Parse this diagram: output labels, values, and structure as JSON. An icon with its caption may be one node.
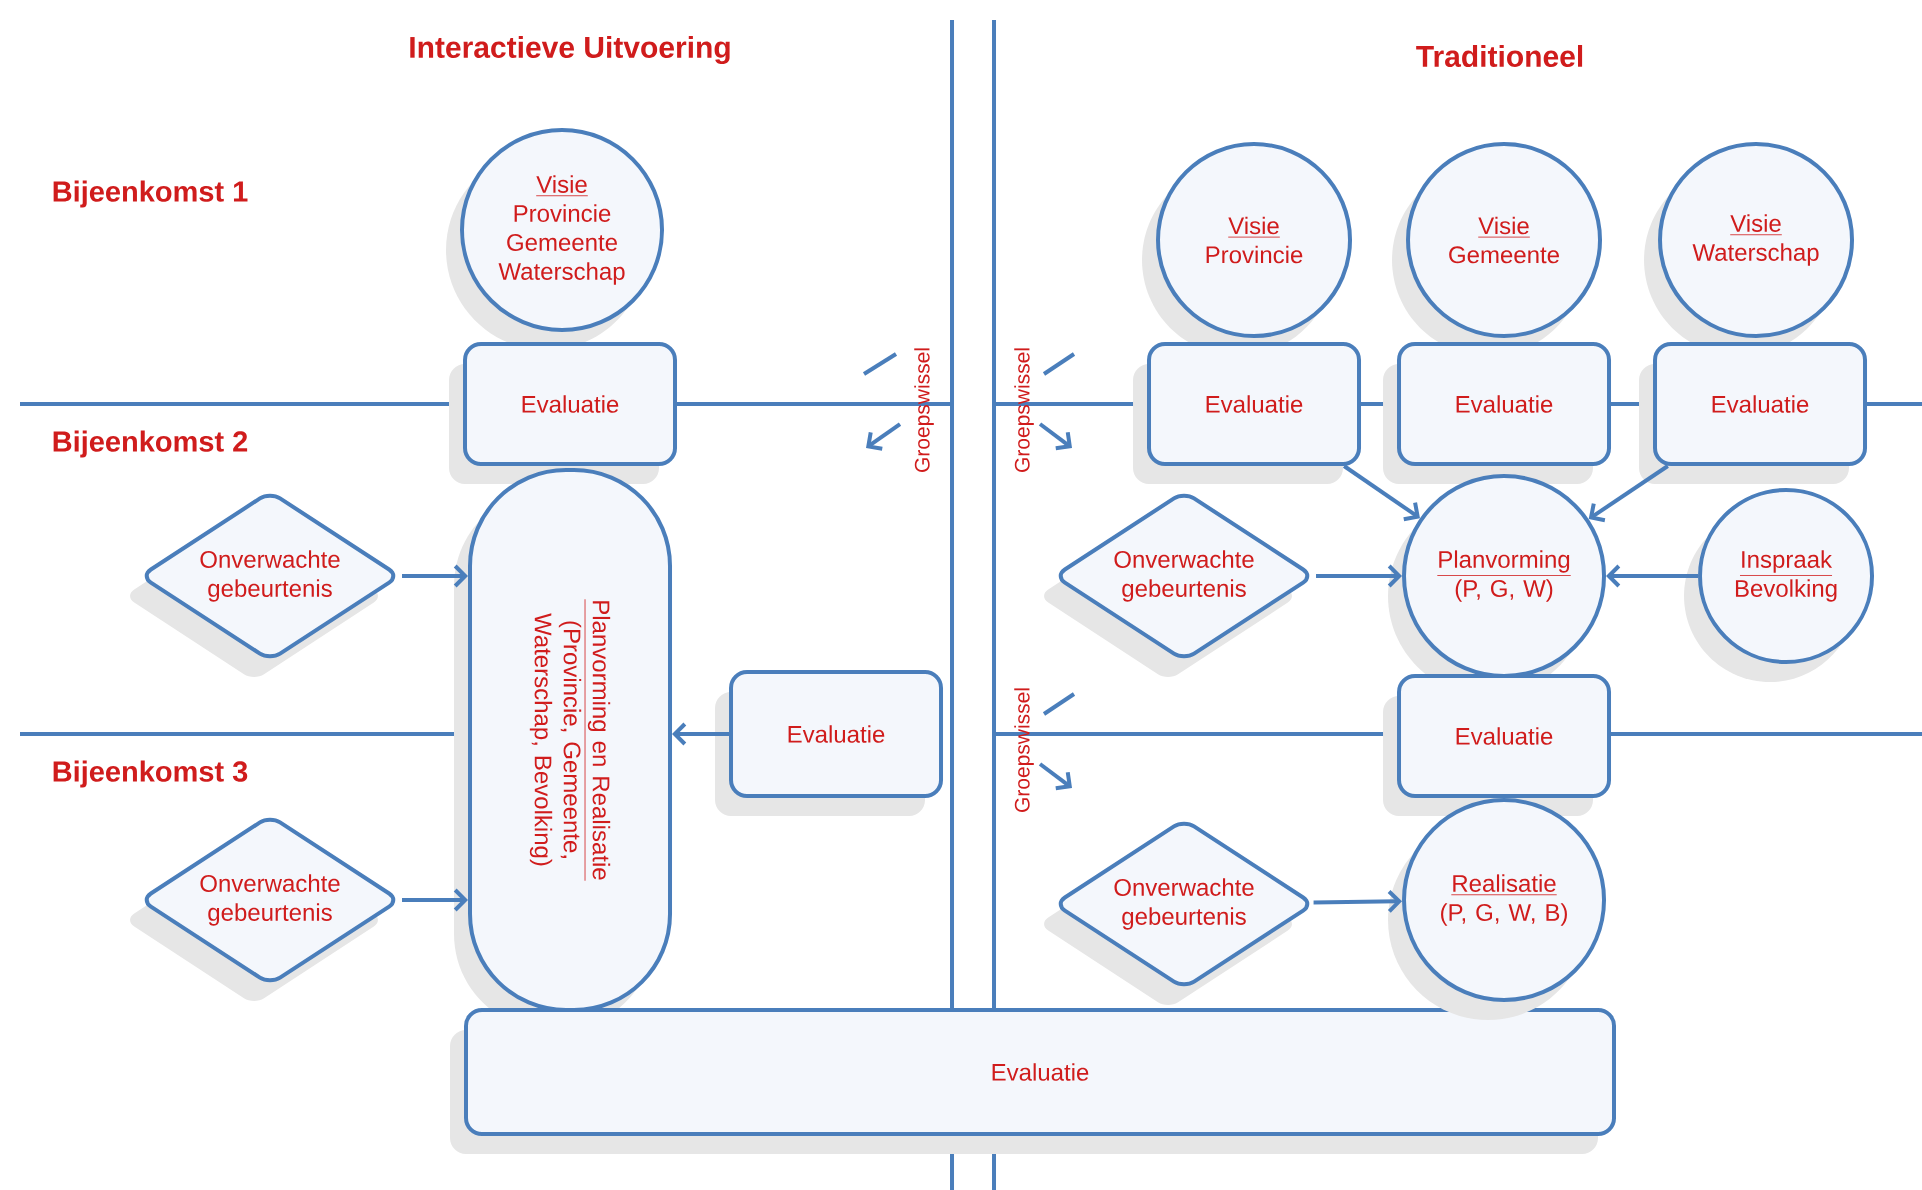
{
  "diagram": {
    "nodes": [
      {
        "text": [
          "Visie",
          "Provincie Gemeente Waterschap"
        ]
      },
      {
        "text": [
          "Evaluatie"
        ]
      },
      {
        "text": [
          "Onverwachte gebeurtenis"
        ]
      },
      {
        "text": [
          "Planvorming en Realisatie",
          "(Provincie, Gemeente, Waterschap, Bevolking)"
        ]
      },
      {
        "text": [
          "Evaluatie"
        ]
      },
      {
        "text": [
          "Onverwachte gebeurtenis"
        ]
      },
      {
        "text": [
          "Evaluatie"
        ]
      },
      {
        "text": [
          "Visie",
          "Provincie"
        ]
      },
      {
        "text": [
          "Visie",
          "Gemeente"
        ]
      },
      {
        "text": [
          "Visie",
          "Waterschap"
        ]
      },
      {
        "text": [
          "Evaluatie"
        ]
      },
      {
        "text": [
          "Evaluatie"
        ]
      },
      {
        "text": [
          "Evaluatie"
        ]
      },
      {
        "text": [
          "Onverwachte gebeurtenis"
        ]
      },
      {
        "text": [
          "Planvorming",
          "(P, G, W)"
        ]
      },
      {
        "text": [
          "Inspraak",
          "Bevolking"
        ]
      },
      {
        "text": [
          "Evaluatie"
        ]
      },
      {
        "text": [
          "Onverwachte gebeurtenis"
        ]
      },
      {
        "text": [
          "Realisatie",
          "(P, G, W, B)"
        ]
      }
    ],
    "edges": [
      {
        "from": 2,
        "to": 3,
        "arrow": "to"
      },
      {
        "from": 4,
        "to": 3,
        "arrow": "to"
      },
      {
        "from": 5,
        "to": 3,
        "arrow": "to"
      },
      {
        "from": 10,
        "to": 14,
        "arrow": "to"
      },
      {
        "from": 12,
        "to": 14,
        "arrow": "to"
      },
      {
        "from": 13,
        "to": 14,
        "arrow": "to"
      },
      {
        "from": 15,
        "to": 14,
        "arrow": "to"
      },
      {
        "from": 17,
        "to": 18,
        "arrow": "to"
      }
    ],
    "labels": [
      "Interactieve Uitvoering",
      "Traditioneel",
      "Bijeenkomst 1",
      "Groepswissel",
      "Groepswissel",
      "Bijeenkomst 2",
      "Groepswissel",
      "Bijeenkomst 3"
    ]
  }
}
